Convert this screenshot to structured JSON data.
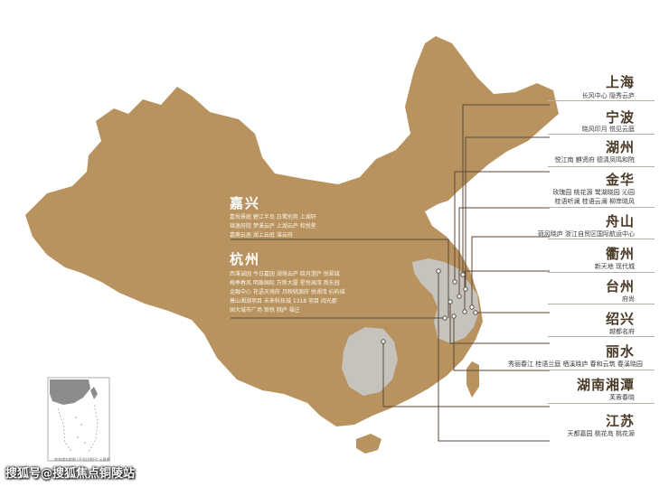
{
  "colors": {
    "map_fill": "#b8935f",
    "highlight_fill": "#c6c3bd",
    "leader_line": "#5a4a3a",
    "heading_text": "#4a3a28",
    "sub_text": "#333333",
    "separator": "#b9b0a4"
  },
  "regions": {
    "jiaxing": {
      "name": "嘉兴",
      "rows": [
        "嘉悦景庭   碧江半岛   白鹭别苑   上湖轩",
        "锦逸府院   梦溪云庐   上湖云庐   和悦星",
        "嘉鹿云居   湖上云庭   湛云府"
      ]
    },
    "hangzhou": {
      "name": "杭州",
      "rows": [
        "西溪诚园   今日嘉园   湖境云庐   晓月澄庐   悦翠城",
        "梅季春风   明珠国际   万新大厦   星悦澜湾   燕东园",
        "金融中心   花语天境府   月映桃源府   悦湖湾   杭屿城",
        "萧山湘湖项目   未来科技城 1318 项目   阅光郡",
        "国大城市广场   琅悦   桃庐   福庄"
      ]
    }
  },
  "cities": [
    {
      "name": "上海",
      "sub": "长风中心  隐秀云庐"
    },
    {
      "name": "宁波",
      "sub": "晓风印月  悦见云庭"
    },
    {
      "name": "湖州",
      "sub": "悦江南  麒贤府  德清凤鸣和院"
    },
    {
      "name": "金华",
      "sub": "玫瑰园  桃花源  鹭湖晓园  沁园",
      "sub2": "桂语听澜  桂语云澜  柳岸晓风"
    },
    {
      "name": "舟山",
      "sub": "荷风晓庐  浙江自贸区国际航运中心"
    },
    {
      "name": "衢州",
      "sub": "新天地  现代城"
    },
    {
      "name": "台州",
      "sub": "府尚"
    },
    {
      "name": "绍兴",
      "sub": "越都名府"
    },
    {
      "name": "丽水",
      "sub": "秀丽春江  桂语兰庭  栖溪晓庐  春和云筑  春溪晓园"
    },
    {
      "name": "湖南湘潭",
      "sub": "芙蓉春晓"
    },
    {
      "name": "江苏",
      "sub": "天都嘉园  桃花岛  桃花源"
    }
  ],
  "inset": {
    "caption": "南海诸岛附图 (不含比例尺) 示意图"
  },
  "watermark": "搜狐号@搜狐焦点铜陵站"
}
